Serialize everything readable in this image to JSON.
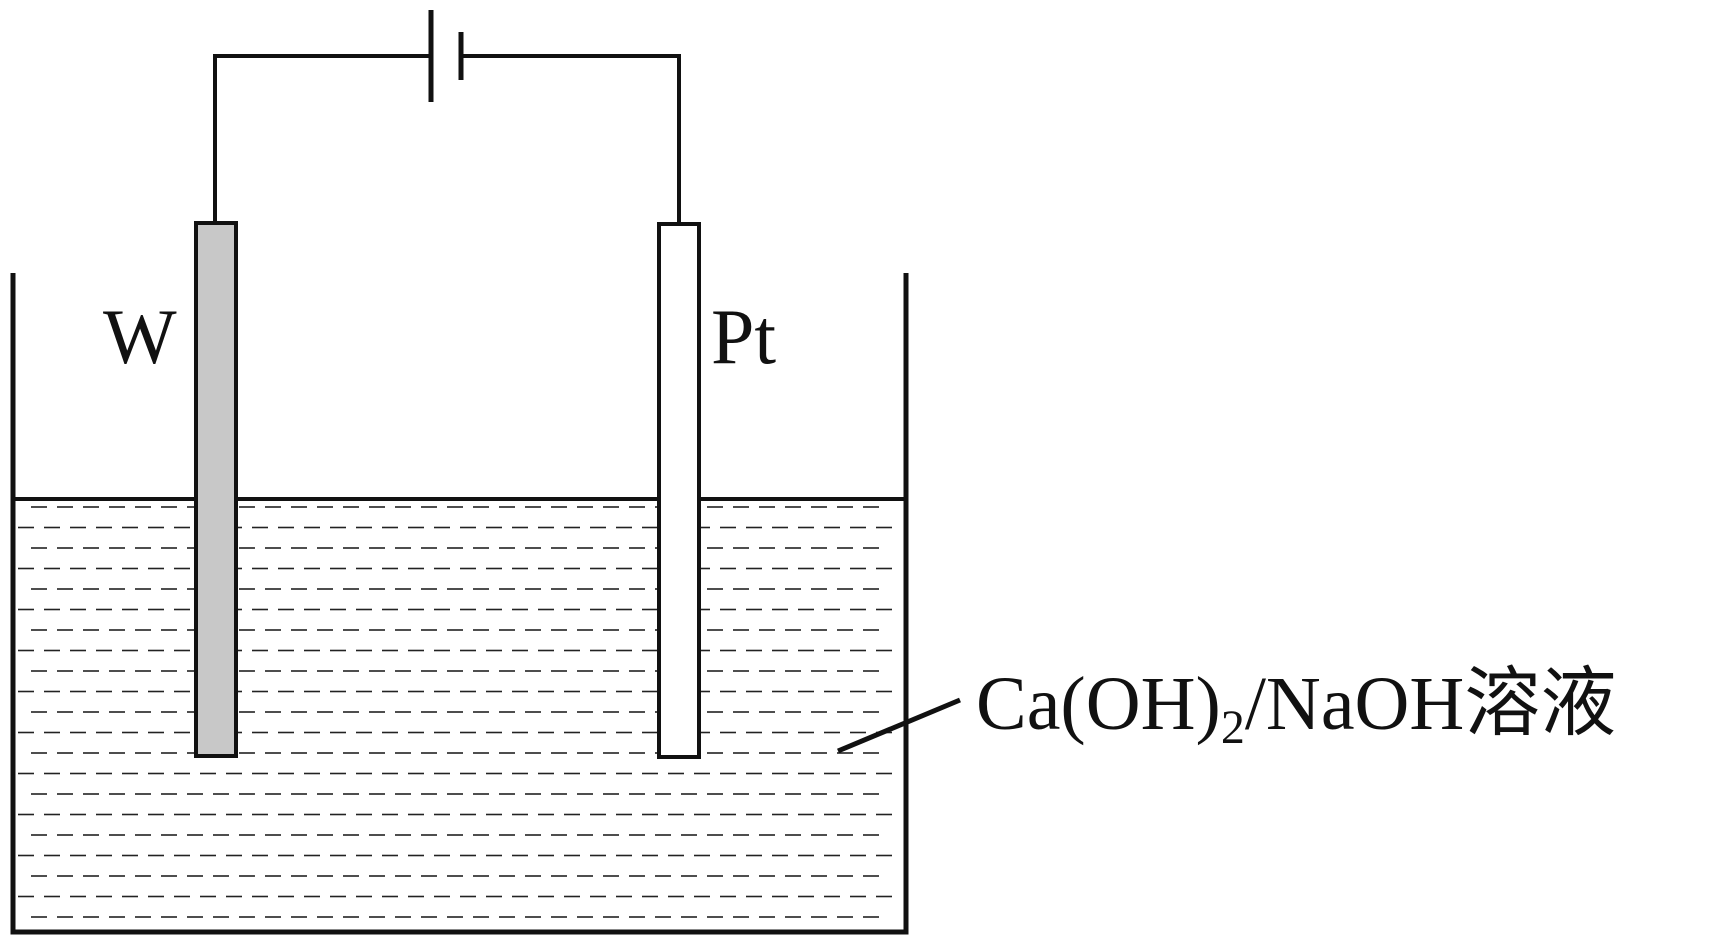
{
  "labels": {
    "left_electrode": "W",
    "right_electrode": "Pt",
    "solution_formula_prefix": "Ca(OH)",
    "solution_formula_subscript": "2",
    "solution_formula_suffix": "/NaOH溶液"
  },
  "colors": {
    "line": "#111111",
    "tungsten_fill": "#c8c8c8",
    "platinum_fill": "#ffffff",
    "liquid_dash": "#222222",
    "background": "#ffffff"
  }
}
